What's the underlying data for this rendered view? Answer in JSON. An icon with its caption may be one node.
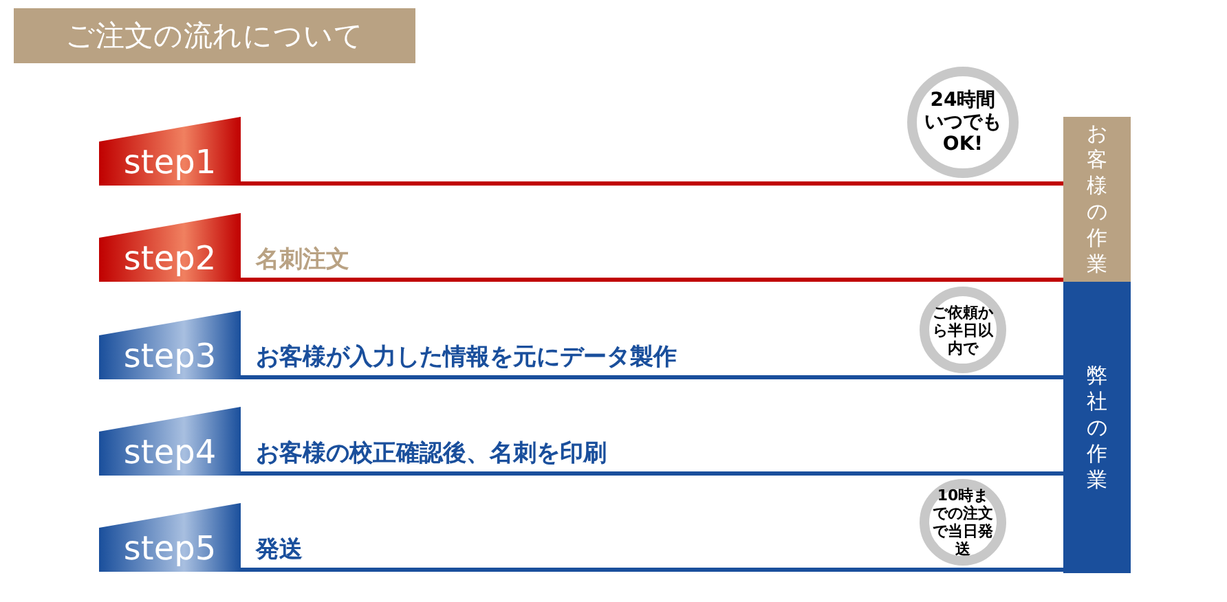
{
  "diagram": {
    "title": "ご注文の流れについて",
    "nodes": [
      {
        "text": [
          "step1"
        ]
      },
      {
        "text": [
          "step2"
        ],
        "beside": [
          "名刺注文"
        ]
      },
      {
        "text": [
          "step3"
        ],
        "beside": [
          "お客様が入力した情報を元にデータ製作"
        ]
      },
      {
        "text": [
          "step4"
        ],
        "beside": [
          "お客様の校正確認後、名刺を印刷"
        ]
      },
      {
        "text": [
          "step5"
        ],
        "beside": [
          "発送"
        ]
      },
      {
        "text": [
          "24時間いつでもOK!"
        ]
      },
      {
        "text": [
          "ご依頼から半日以内で"
        ]
      },
      {
        "text": [
          "10時までの注文で当日発送"
        ]
      },
      {
        "text": [
          "お客様の作業"
        ]
      },
      {
        "text": [
          "弊社の作業"
        ]
      }
    ],
    "edges": [
      {
        "from": 0,
        "to": 8,
        "arrow": "none",
        "color": "#c00000"
      },
      {
        "from": 1,
        "to": 8,
        "arrow": "none",
        "color": "#c00000"
      },
      {
        "from": 2,
        "to": 9,
        "arrow": "none"
      },
      {
        "from": 3,
        "to": 9,
        "arrow": "none"
      },
      {
        "from": 4,
        "to": 9,
        "arrow": "none"
      }
    ]
  }
}
